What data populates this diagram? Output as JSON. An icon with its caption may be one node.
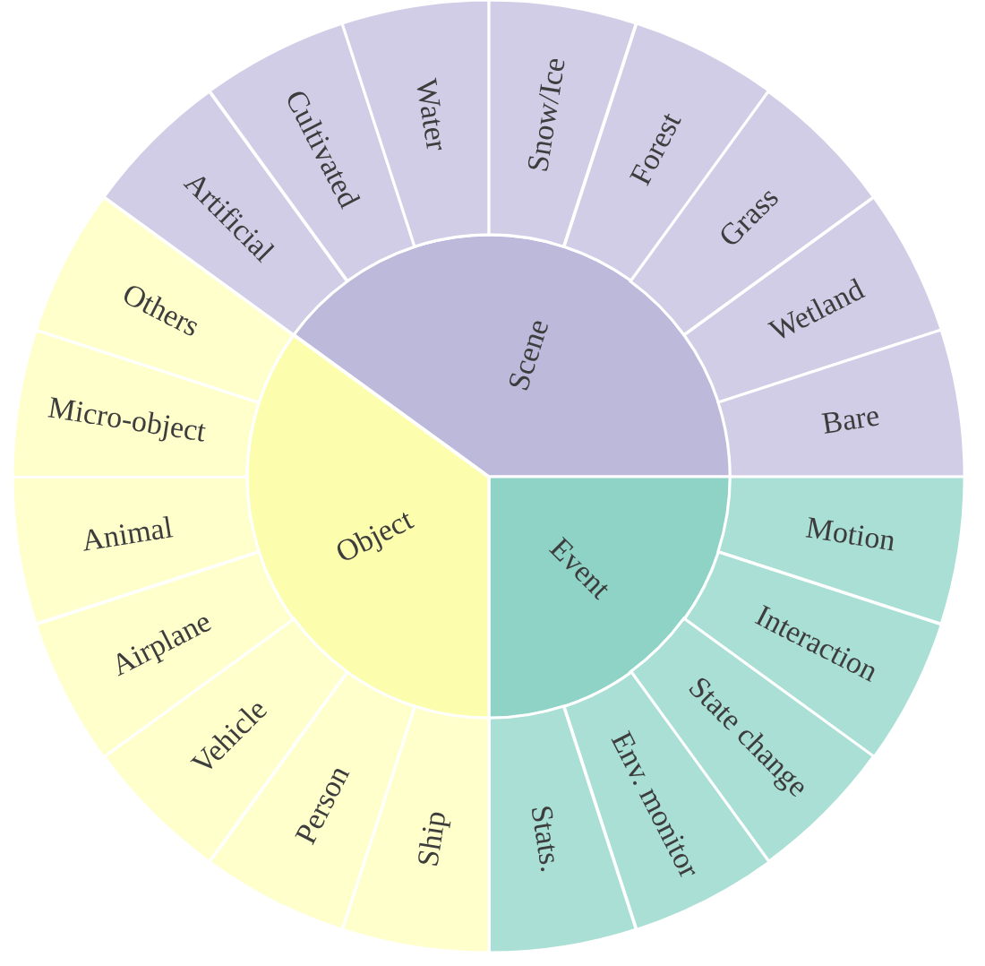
{
  "diagram": {
    "nodes": [
      {
        "text": [
          "Scene"
        ]
      },
      {
        "text": [
          "Artificial"
        ]
      },
      {
        "text": [
          "Cultivated"
        ]
      },
      {
        "text": [
          "Water"
        ]
      },
      {
        "text": [
          "Snow/Ice"
        ]
      },
      {
        "text": [
          "Forest"
        ]
      },
      {
        "text": [
          "Grass"
        ]
      },
      {
        "text": [
          "Wetland"
        ]
      },
      {
        "text": [
          "Bare"
        ]
      },
      {
        "text": [
          "Event"
        ]
      },
      {
        "text": [
          "Motion"
        ]
      },
      {
        "text": [
          "Interaction"
        ]
      },
      {
        "text": [
          "State change"
        ]
      },
      {
        "text": [
          "Env. monitor"
        ]
      },
      {
        "text": [
          "Stats."
        ]
      },
      {
        "text": [
          "Object"
        ]
      },
      {
        "text": [
          "Ship"
        ]
      },
      {
        "text": [
          "Person"
        ]
      },
      {
        "text": [
          "Vehicle"
        ]
      },
      {
        "text": [
          "Airplane"
        ]
      },
      {
        "text": [
          "Animal"
        ]
      },
      {
        "text": [
          "Micro-object"
        ]
      },
      {
        "text": [
          "Others"
        ]
      }
    ]
  }
}
